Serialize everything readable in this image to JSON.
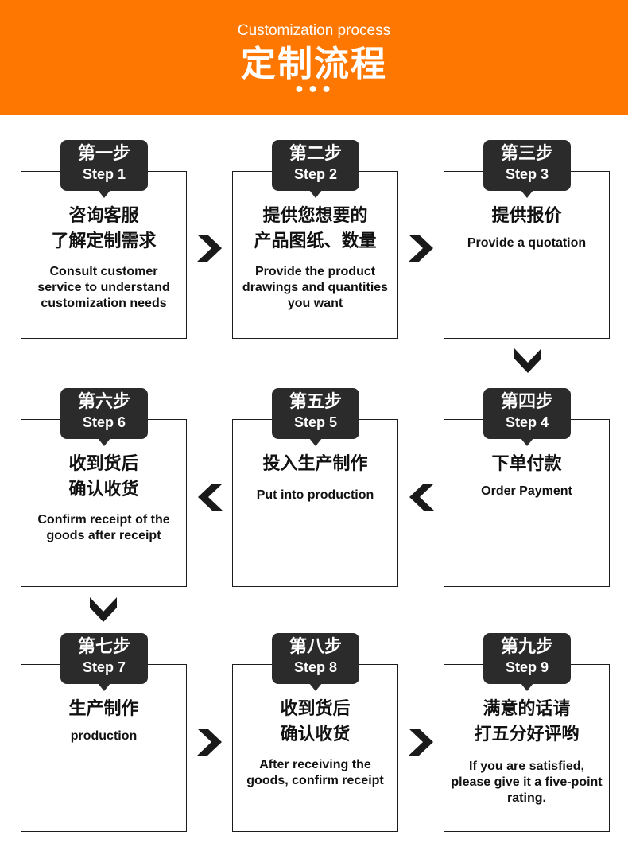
{
  "header": {
    "subtitle_en": "Customization process",
    "title_cn": "定制流程",
    "dots": "•••"
  },
  "steps": [
    {
      "badge_cn": "第一步",
      "badge_en": "Step 1",
      "title_cn": "咨询客服\n了解定制需求",
      "desc_en": "Consult customer service to understand customization needs"
    },
    {
      "badge_cn": "第二步",
      "badge_en": "Step 2",
      "title_cn": "提供您想要的\n产品图纸、数量",
      "desc_en": "Provide the product drawings and quantities you want"
    },
    {
      "badge_cn": "第三步",
      "badge_en": "Step 3",
      "title_cn": "提供报价",
      "desc_en": "Provide a quotation"
    },
    {
      "badge_cn": "第四步",
      "badge_en": "Step 4",
      "title_cn": "下单付款",
      "desc_en": "Order Payment"
    },
    {
      "badge_cn": "第五步",
      "badge_en": "Step 5",
      "title_cn": "投入生产制作",
      "desc_en": "Put into production"
    },
    {
      "badge_cn": "第六步",
      "badge_en": "Step 6",
      "title_cn": "收到货后\n确认收货",
      "desc_en": "Confirm receipt of the goods after receipt"
    },
    {
      "badge_cn": "第七步",
      "badge_en": "Step 7",
      "title_cn": "生产制作",
      "desc_en": "production"
    },
    {
      "badge_cn": "第八步",
      "badge_en": "Step 8",
      "title_cn": "收到货后\n确认收货",
      "desc_en": "After receiving the goods, confirm receipt"
    },
    {
      "badge_cn": "第九步",
      "badge_en": "Step 9",
      "title_cn": "满意的话请\n打五分好评哟",
      "desc_en": "If you are satisfied, please give it a five-point rating."
    }
  ],
  "colors": {
    "accent": "#fe7700",
    "badge": "#2b2b2b",
    "arrow": "#1a1a1a"
  },
  "icons": {
    "arrow_right": "chevron-right-icon",
    "arrow_left": "chevron-left-icon",
    "arrow_down": "chevron-down-icon"
  }
}
